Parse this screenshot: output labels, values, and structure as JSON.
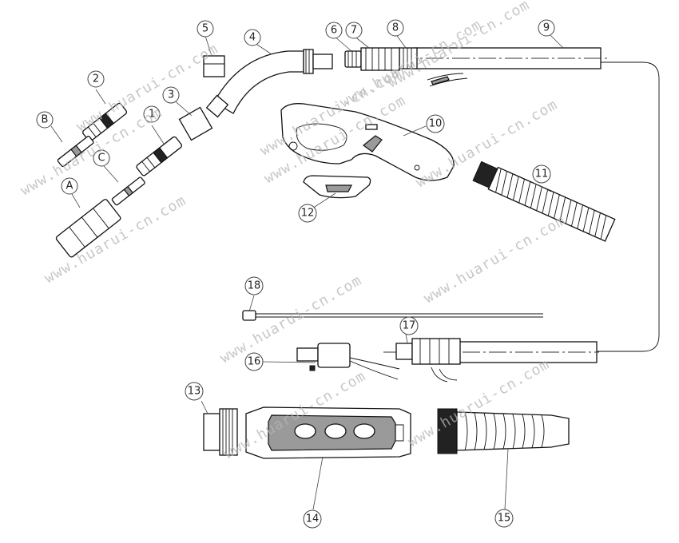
{
  "watermark": "www.huarui-cn.com",
  "callouts": [
    "1",
    "2",
    "3",
    "4",
    "5",
    "6",
    "7",
    "8",
    "9",
    "10",
    "11",
    "12",
    "13",
    "14",
    "15",
    "16",
    "17",
    "18",
    "A",
    "B",
    "C"
  ]
}
